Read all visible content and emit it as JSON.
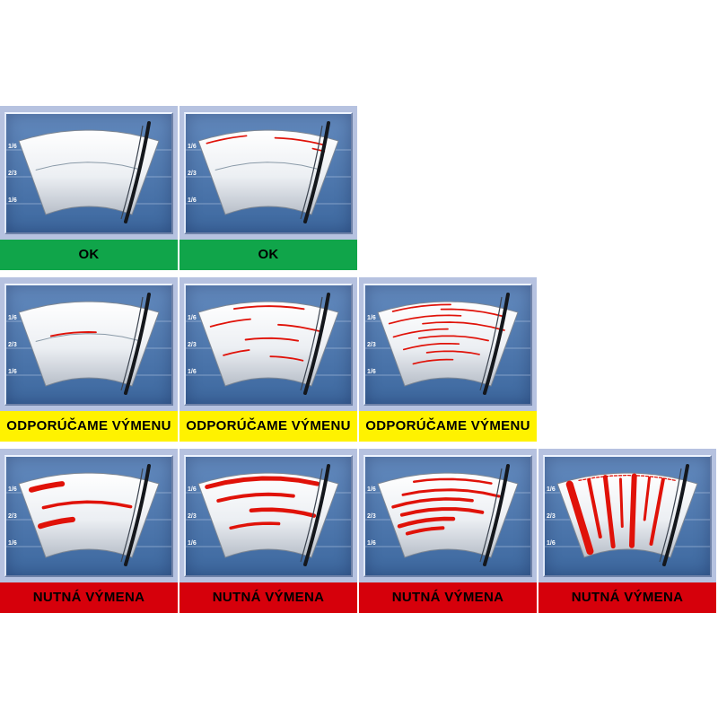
{
  "markers": [
    "1/6",
    "2/3",
    "1/6"
  ],
  "colors": {
    "ok_bg": "#10a54a",
    "recommend_bg": "#fff200",
    "replace_bg": "#d6000b",
    "cell_bg": "#b6c2e0",
    "panel_blue": "#4a74a9",
    "streak": "#e01209",
    "blade": "#14171c",
    "faint_line": "#8a9aa8"
  },
  "rows": [
    {
      "status": "ok",
      "label": "OK",
      "bg": "#10a54a",
      "cells": [
        {
          "streaks": [
            {
              "t": 0.42,
              "u1": 0.05,
              "u2": 0.93,
              "w": 1.0,
              "c": "#8a9aa8"
            }
          ]
        },
        {
          "streaks": [
            {
              "t": 0.42,
              "u1": 0.05,
              "u2": 0.93,
              "w": 1.0,
              "c": "#8a9aa8"
            },
            {
              "t": 0.06,
              "u1": 0.05,
              "u2": 0.34,
              "w": 1.7
            },
            {
              "t": 0.1,
              "u1": 0.55,
              "u2": 0.92,
              "w": 1.7
            },
            {
              "t": 0.18,
              "u1": 0.84,
              "u2": 0.93,
              "w": 1.7
            }
          ]
        }
      ]
    },
    {
      "status": "recommend",
      "label": "ODPORÚČAME VÝMENU",
      "bg": "#fff200",
      "cells": [
        {
          "streaks": [
            {
              "t": 0.42,
              "u1": 0.05,
              "u2": 0.93,
              "w": 1.0,
              "c": "#8a9aa8"
            },
            {
              "t": 0.4,
              "u1": 0.18,
              "u2": 0.56,
              "w": 1.9
            }
          ]
        },
        {
          "streaks": [
            {
              "t": 0.06,
              "u1": 0.25,
              "u2": 0.76,
              "w": 1.9
            },
            {
              "t": 0.22,
              "u1": 0.05,
              "u2": 0.36,
              "w": 1.8
            },
            {
              "t": 0.3,
              "u1": 0.58,
              "u2": 0.92,
              "w": 1.8
            },
            {
              "t": 0.48,
              "u1": 0.3,
              "u2": 0.76,
              "w": 1.9
            },
            {
              "t": 0.62,
              "u1": 0.08,
              "u2": 0.32,
              "w": 1.8
            },
            {
              "t": 0.72,
              "u1": 0.52,
              "u2": 0.84,
              "w": 1.8
            }
          ]
        },
        {
          "streaks": [
            {
              "t": 0.04,
              "u1": 0.1,
              "u2": 0.52,
              "w": 1.7
            },
            {
              "t": 0.1,
              "u1": 0.45,
              "u2": 0.92,
              "w": 1.7
            },
            {
              "t": 0.18,
              "u1": 0.05,
              "u2": 0.6,
              "w": 1.7
            },
            {
              "t": 0.27,
              "u1": 0.3,
              "u2": 0.95,
              "w": 1.7
            },
            {
              "t": 0.36,
              "u1": 0.05,
              "u2": 0.5,
              "w": 1.7
            },
            {
              "t": 0.45,
              "u1": 0.25,
              "u2": 0.85,
              "w": 1.7
            },
            {
              "t": 0.55,
              "u1": 0.1,
              "u2": 0.6,
              "w": 1.7
            },
            {
              "t": 0.65,
              "u1": 0.3,
              "u2": 0.8,
              "w": 1.7
            },
            {
              "t": 0.76,
              "u1": 0.15,
              "u2": 0.55,
              "w": 1.7
            }
          ]
        }
      ]
    },
    {
      "status": "replace",
      "label": "NUTNÁ VÝMENA",
      "bg": "#d6000b",
      "cells": [
        {
          "streaks": [
            {
              "t": 0.12,
              "u1": 0.07,
              "u2": 0.3,
              "w": 6.0
            },
            {
              "t": 0.38,
              "u1": 0.12,
              "u2": 0.85,
              "w": 3.5
            },
            {
              "t": 0.6,
              "u1": 0.05,
              "u2": 0.35,
              "w": 6.0
            }
          ]
        },
        {
          "streaks": [
            {
              "t": 0.07,
              "u1": 0.05,
              "u2": 0.86,
              "w": 5.0
            },
            {
              "t": 0.28,
              "u1": 0.1,
              "u2": 0.7,
              "w": 4.0
            },
            {
              "t": 0.48,
              "u1": 0.35,
              "u2": 0.9,
              "w": 4.5
            },
            {
              "t": 0.66,
              "u1": 0.14,
              "u2": 0.6,
              "w": 3.5
            }
          ]
        },
        {
          "streaks": [
            {
              "t": 0.08,
              "u1": 0.25,
              "u2": 0.82,
              "w": 2.5
            },
            {
              "t": 0.22,
              "u1": 0.15,
              "u2": 0.9,
              "w": 3.0
            },
            {
              "t": 0.34,
              "u1": 0.05,
              "u2": 0.7,
              "w": 3.5
            },
            {
              "t": 0.47,
              "u1": 0.1,
              "u2": 0.8,
              "w": 4.0
            },
            {
              "t": 0.6,
              "u1": 0.05,
              "u2": 0.55,
              "w": 4.5
            },
            {
              "t": 0.72,
              "u1": 0.1,
              "u2": 0.45,
              "w": 4.0
            }
          ]
        },
        {
          "streaks": [
            {
              "t": 0.03,
              "u1": 0.15,
              "u2": 0.85,
              "w": 1.3,
              "dash": 1
            },
            {
              "v": 1,
              "u": 0.08,
              "t1": 0.05,
              "t2": 0.95,
              "w": 8.0
            },
            {
              "v": 1,
              "u": 0.22,
              "t1": 0.05,
              "t2": 0.8,
              "w": 4.0
            },
            {
              "v": 1,
              "u": 0.34,
              "t1": 0.04,
              "t2": 0.95,
              "w": 5.0
            },
            {
              "v": 1,
              "u": 0.45,
              "t1": 0.08,
              "t2": 0.7,
              "w": 3.0
            },
            {
              "v": 1,
              "u": 0.55,
              "t1": 0.04,
              "t2": 0.95,
              "w": 6.0
            },
            {
              "v": 1,
              "u": 0.66,
              "t1": 0.05,
              "t2": 0.6,
              "w": 3.0
            },
            {
              "v": 1,
              "u": 0.76,
              "t1": 0.05,
              "t2": 0.9,
              "w": 4.0
            }
          ]
        }
      ]
    }
  ]
}
